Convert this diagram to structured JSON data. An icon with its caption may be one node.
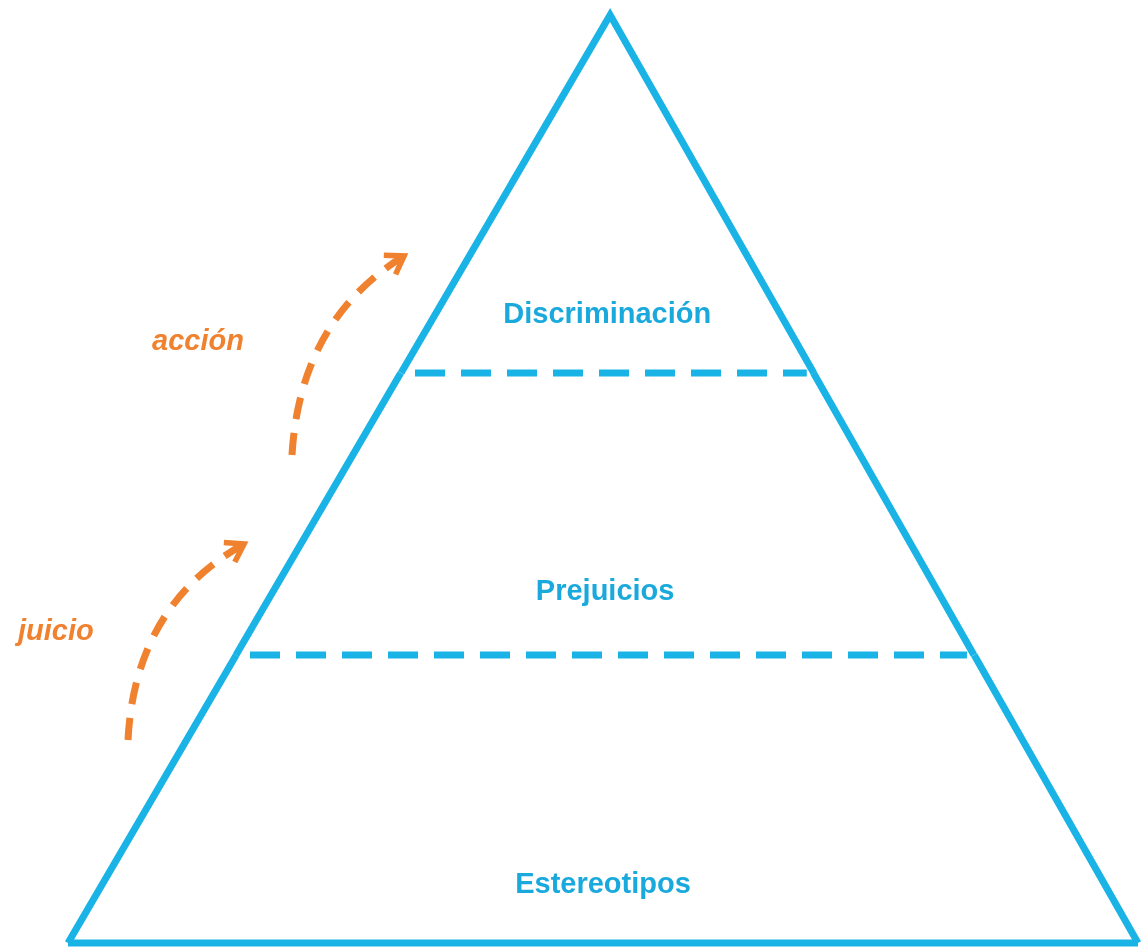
{
  "diagram": {
    "nodes": [
      {
        "text": [
          "Discriminación"
        ]
      },
      {
        "text": [
          "Prejuicios"
        ]
      },
      {
        "text": [
          "Estereotipos"
        ]
      }
    ],
    "edges": [
      {
        "from": 1,
        "to": 0,
        "arrow": "to",
        "label": "acción",
        "style": "dashed",
        "color": "#f0812e"
      },
      {
        "from": 2,
        "to": 1,
        "arrow": "to",
        "label": "juicio",
        "style": "dashed",
        "color": "#f0812e"
      }
    ]
  }
}
